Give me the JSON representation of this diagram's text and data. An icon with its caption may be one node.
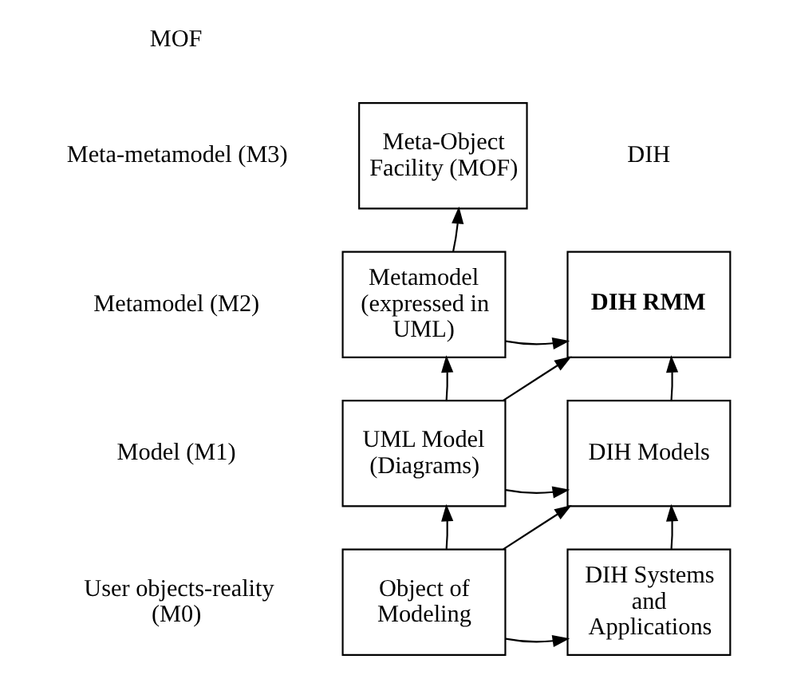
{
  "diagram": {
    "nodes": [
      {
        "text": [
          "Meta-Object Facility (MOF)"
        ]
      },
      {
        "text": [
          "Metamodel (expressed in UML)"
        ]
      },
      {
        "text": [
          "DIH RMM"
        ]
      },
      {
        "text": [
          "UML Model (Diagrams)"
        ]
      },
      {
        "text": [
          "DIH Models"
        ]
      },
      {
        "text": [
          "Object of Modeling"
        ]
      },
      {
        "text": [
          "DIH Systems and Applications"
        ]
      }
    ],
    "edges": [
      {
        "from": 1,
        "to": 0,
        "arrow": "to"
      },
      {
        "from": 1,
        "to": 2,
        "arrow": "to"
      },
      {
        "from": 3,
        "to": 1,
        "arrow": "to"
      },
      {
        "from": 3,
        "to": 2,
        "arrow": "to"
      },
      {
        "from": 3,
        "to": 4,
        "arrow": "to"
      },
      {
        "from": 4,
        "to": 2,
        "arrow": "to"
      },
      {
        "from": 5,
        "to": 3,
        "arrow": "to"
      },
      {
        "from": 5,
        "to": 4,
        "arrow": "to"
      },
      {
        "from": 5,
        "to": 6,
        "arrow": "to"
      },
      {
        "from": 6,
        "to": 4,
        "arrow": "to"
      }
    ],
    "labels": [
      "MOF",
      "Meta-metamodel (M3)",
      "DIH",
      "Metamodel (M2)",
      "Model (M1)",
      "User objects-reality (M0)"
    ]
  }
}
